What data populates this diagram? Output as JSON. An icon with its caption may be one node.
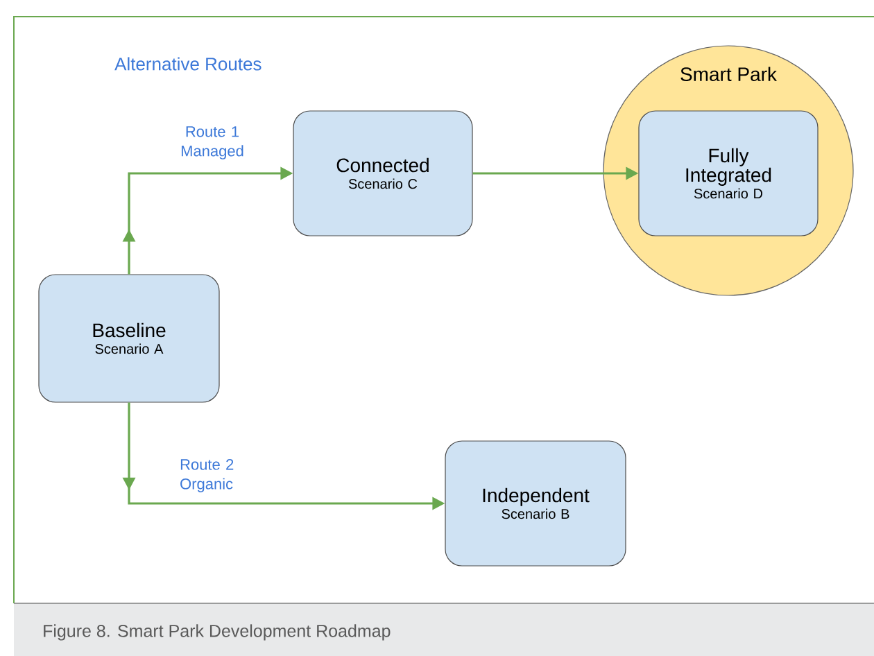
{
  "diagram": {
    "caption": "Figure 8. Smart Park Development Roadmap",
    "nodes": [
      {
        "text": [
          "Baseline",
          "Scenario A"
        ]
      },
      {
        "text": [
          "Connected",
          "Scenario C"
        ]
      },
      {
        "text": [
          "Smart Park"
        ]
      },
      {
        "text": [
          "Fully Integrated",
          "Scenario D"
        ],
        "in": 2
      },
      {
        "text": [
          "Independent",
          "Scenario B"
        ]
      }
    ],
    "edges": [
      {
        "from": 0,
        "to": 1,
        "arrow": "to",
        "label": "Route 1 Managed"
      },
      {
        "from": 1,
        "to": 3,
        "arrow": "to"
      },
      {
        "from": 0,
        "to": 4,
        "arrow": "to",
        "label": "Route 2 Organic"
      }
    ],
    "labels": [
      "Alternative Routes"
    ]
  }
}
